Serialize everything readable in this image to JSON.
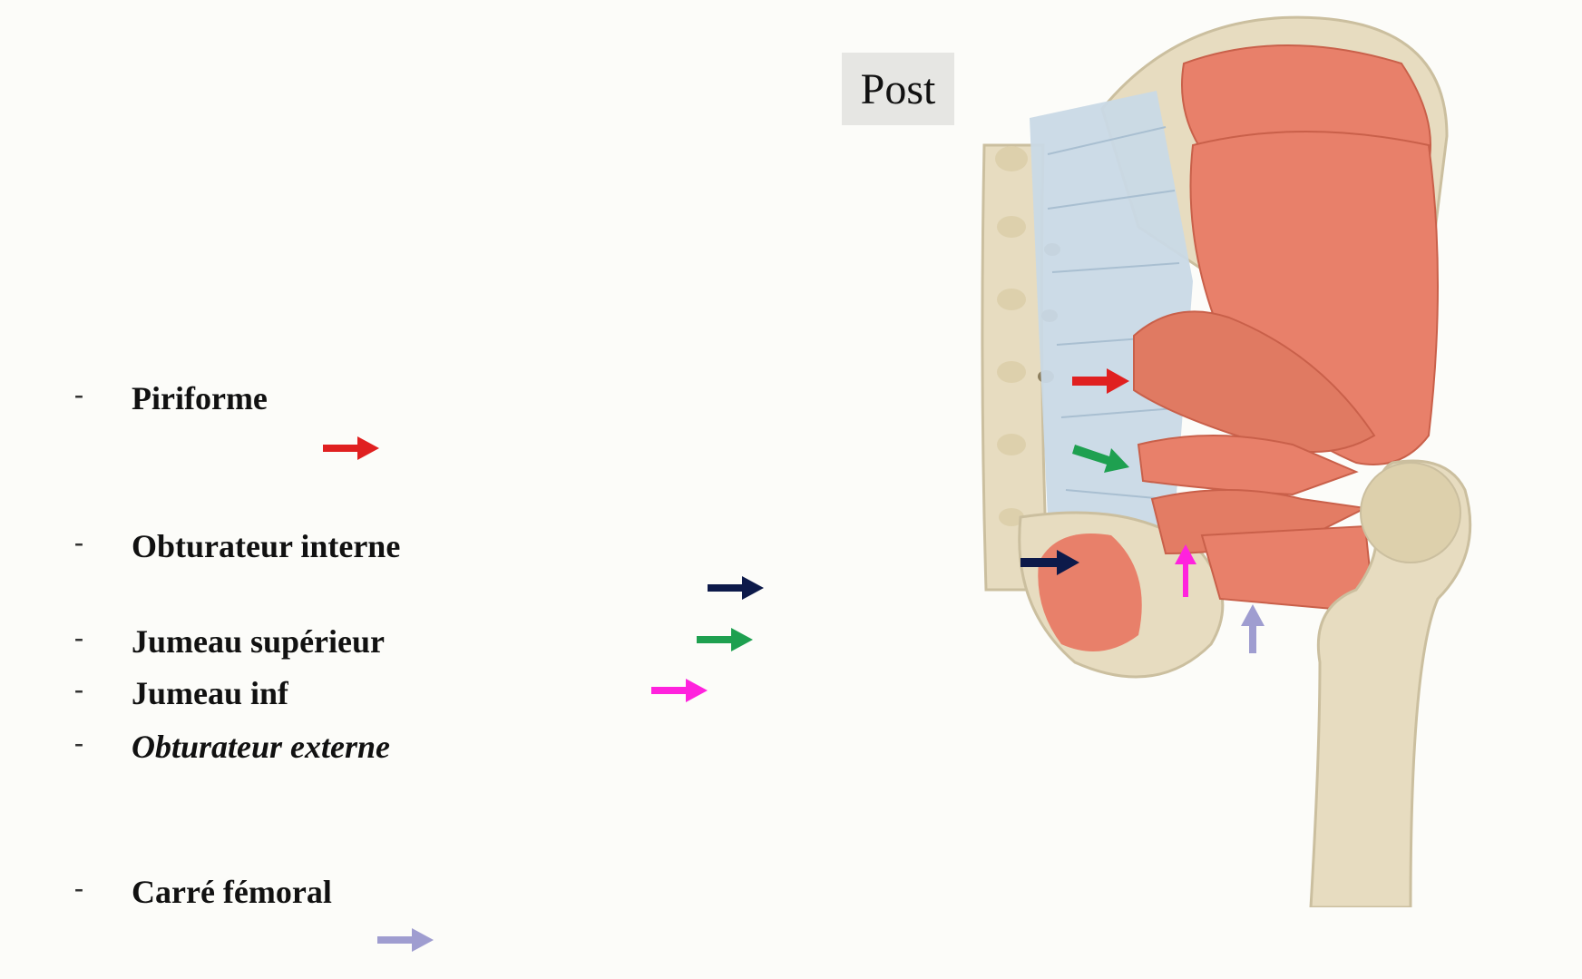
{
  "view_label": "Post",
  "muscles": [
    {
      "name": "Piriforme",
      "color": "#e02020"
    },
    {
      "name": "Obturateur interne",
      "color": "#0d1a4a"
    },
    {
      "name": "Jumeau supérieur",
      "color": "#1ea050"
    },
    {
      "name": "Jumeau inf",
      "color": "#ff22dd"
    },
    {
      "name": "Obturateur externe"
    },
    {
      "name": "Carré fémoral",
      "color": "#9f9dd0"
    }
  ],
  "colors": {
    "muscle": "#e8806a",
    "muscle_dark": "#c9604a",
    "ligament": "#c9d9e6",
    "bone": "#e7dcc0",
    "bone_dark": "#cbbf9f",
    "background": "#fcfcf9"
  }
}
